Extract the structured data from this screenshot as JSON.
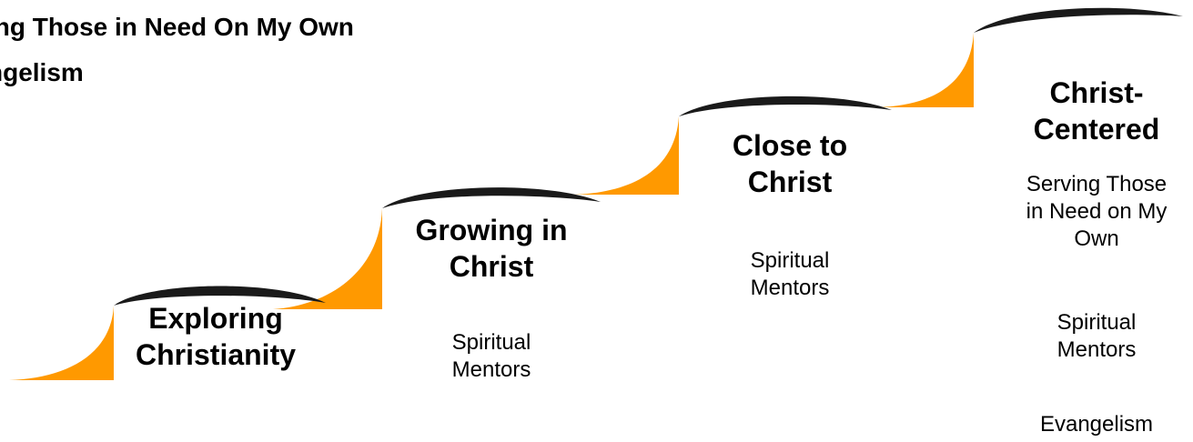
{
  "header": {
    "line1": "ing Those in Need On My Own",
    "line2": "ngelism"
  },
  "colors": {
    "riser": "#ff9900",
    "tread": "#1a1a1a",
    "text": "#000000"
  },
  "steps": [
    {
      "title_lines": [
        "Exploring",
        "Christianity"
      ],
      "details": []
    },
    {
      "title_lines": [
        "Growing in",
        "Christ"
      ],
      "details": [
        {
          "lines": [
            "Spiritual",
            "Mentors"
          ]
        }
      ]
    },
    {
      "title_lines": [
        "Close to",
        "Christ"
      ],
      "details": [
        {
          "lines": [
            "Spiritual",
            "Mentors"
          ]
        }
      ]
    },
    {
      "title_lines": [
        "Christ-",
        "Centered"
      ],
      "details": [
        {
          "lines": [
            "Serving Those",
            "in Need on My",
            "Own"
          ]
        },
        {
          "lines": [
            "Spiritual",
            "Mentors"
          ]
        },
        {
          "lines": [
            "Evangelism"
          ]
        }
      ]
    }
  ]
}
